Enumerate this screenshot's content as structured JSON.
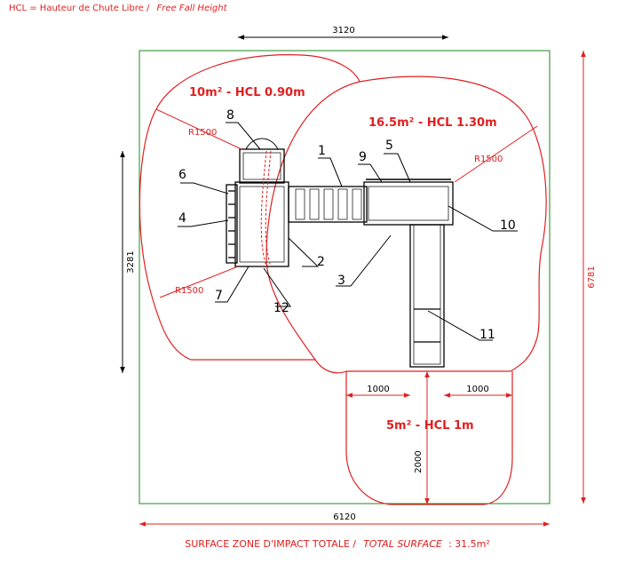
{
  "legend": {
    "fr": "HCL = Hauteur de Chute Libre /",
    "en": "Free Fall Height"
  },
  "dimensions": {
    "top_width": "3120",
    "left_height": "3281",
    "right_height": "6781",
    "bottom_width": "6120",
    "slide_left_offset": "1000",
    "slide_right_offset": "1000",
    "slide_zone_depth": "2000"
  },
  "radii": {
    "top_left": "R1500",
    "top_right": "R1500",
    "bottom_left": "R1500"
  },
  "zones": {
    "left": "10m² - HCL 0.90m",
    "right": "16.5m² - HCL 1.30m",
    "slide": "5m² - HCL 1m"
  },
  "callouts": [
    "1",
    "2",
    "3",
    "4",
    "5",
    "6",
    "7",
    "8",
    "9",
    "10",
    "11",
    "12"
  ],
  "footer": {
    "label_fr": "SURFACE ZONE D'IMPACT TOTALE /",
    "label_en": "TOTAL SURFACE",
    "value": ": 31.5m²"
  },
  "colors": {
    "impact_outline": "#e02020",
    "structure": "#000000"
  }
}
